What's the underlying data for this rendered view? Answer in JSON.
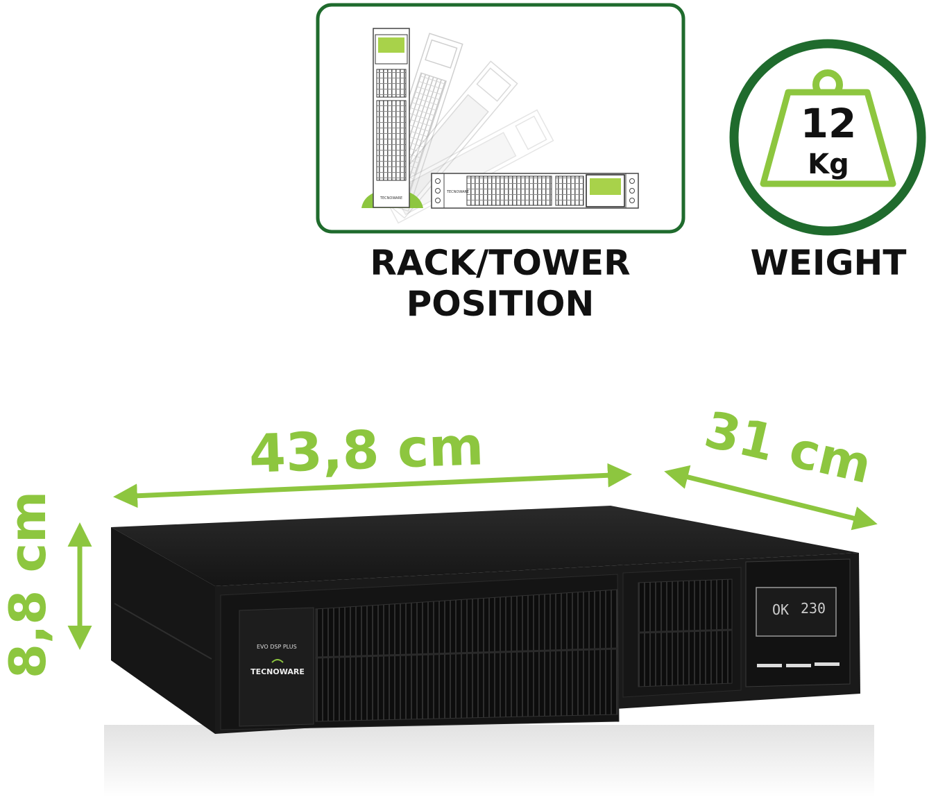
{
  "colors": {
    "accent_lime": "#8dc63f",
    "frame_green": "#1f6b2d",
    "ups_body": "#1c1c1c"
  },
  "rack_tower": {
    "caption_line1": "RACK/TOWER",
    "caption_line2": "POSITION",
    "icon": "rack-tower-rotation-icon"
  },
  "weight": {
    "value": "12",
    "unit": "Kg",
    "caption": "WEIGHT",
    "icon": "weight-icon"
  },
  "dimensions": {
    "width": "43,8 cm",
    "depth": "31 cm",
    "height": "8,8 cm"
  },
  "product": {
    "series_logo": "EVO DSP PLUS",
    "brand_logo": "TECNOWARE",
    "lcd_status": "OK",
    "lcd_voltage": "230"
  }
}
